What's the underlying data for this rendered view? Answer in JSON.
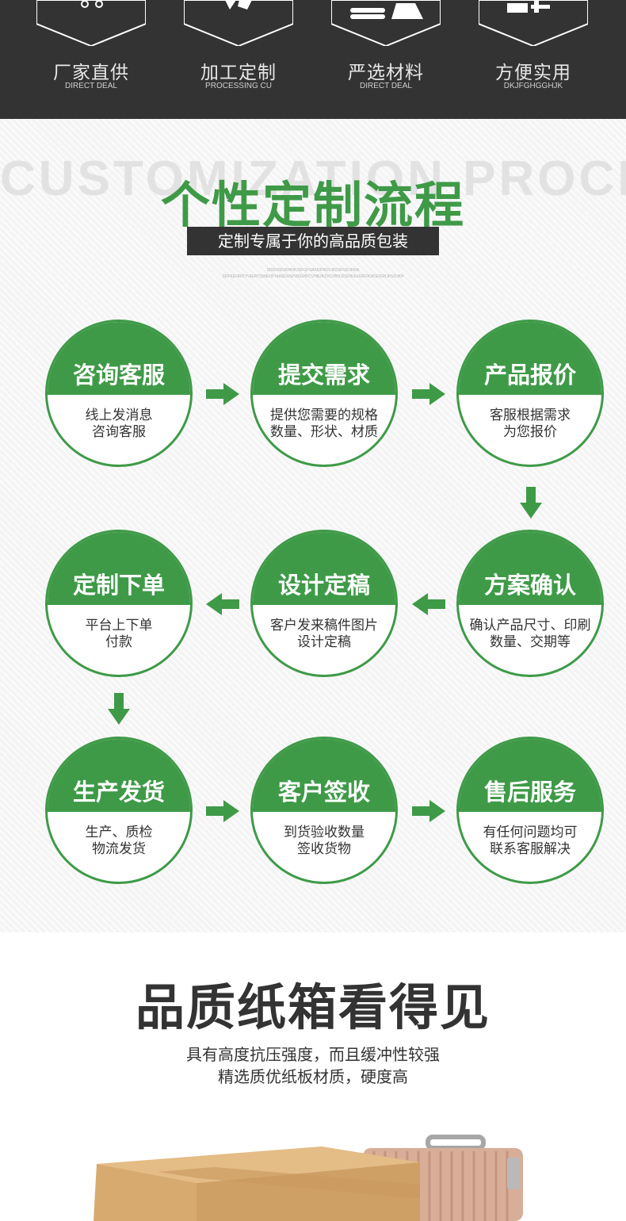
{
  "features": [
    {
      "cn": "厂家直供",
      "en": "DIRECT DEAL",
      "icon": "scissors-icon"
    },
    {
      "cn": "加工定制",
      "en": "PROCESSING CU",
      "icon": "pen-icon"
    },
    {
      "cn": "严选材料",
      "en": "DIRECT DEAL",
      "icon": "material-stack-icon"
    },
    {
      "cn": "方便实用",
      "en": "DKJFGHGGHJK",
      "icon": "thumbs-up-icon"
    }
  ],
  "process": {
    "ghost_title": "CUSTOMIZATION PROCESS",
    "title": "个性定制流程",
    "subtitle": "定制专属于你的高品质包装",
    "tiny_line_1": "SDGHSDJKHDKJSFGHJAKDFHGVJKDSFGKJHDA",
    "tiny_line_2": "SDFKEORITYUIERTQWEOPUIASDUGHJKGHFCVHBJKZXCVBHJZSDIKAJSDFIKJKSDGHJKSDJKH",
    "steps": [
      {
        "title": "咨询客服",
        "line1": "线上发消息",
        "line2": "咨询客服"
      },
      {
        "title": "提交需求",
        "line1": "提供您需要的规格",
        "line2": "数量、形状、材质"
      },
      {
        "title": "产品报价",
        "line1": "客服根据需求",
        "line2": "为您报价"
      },
      {
        "title": "定制下单",
        "line1": "平台上下单",
        "line2": "付款"
      },
      {
        "title": "设计定稿",
        "line1": "客户发来稿件图片",
        "line2": "设计定稿"
      },
      {
        "title": "方案确认",
        "line1": "确认产品尺寸、印刷",
        "line2": "数量、交期等"
      },
      {
        "title": "生产发货",
        "line1": "生产、质检",
        "line2": "物流发货"
      },
      {
        "title": "客户签收",
        "line1": "到货验收数量",
        "line2": "签收货物"
      },
      {
        "title": "售后服务",
        "line1": "有任何问题均可",
        "line2": "联系客服解决"
      }
    ]
  },
  "quality": {
    "title": "品质纸箱看得见",
    "line1": "具有高度抗压强度，而且缓冲性较强",
    "line2": "精选质优纸板材质，硬度高"
  },
  "colors": {
    "brand_green": "#3f9a48",
    "dark_band": "#333333",
    "box_kraft": "#d9ae76",
    "suitcase_gold": "#d8ae98"
  }
}
